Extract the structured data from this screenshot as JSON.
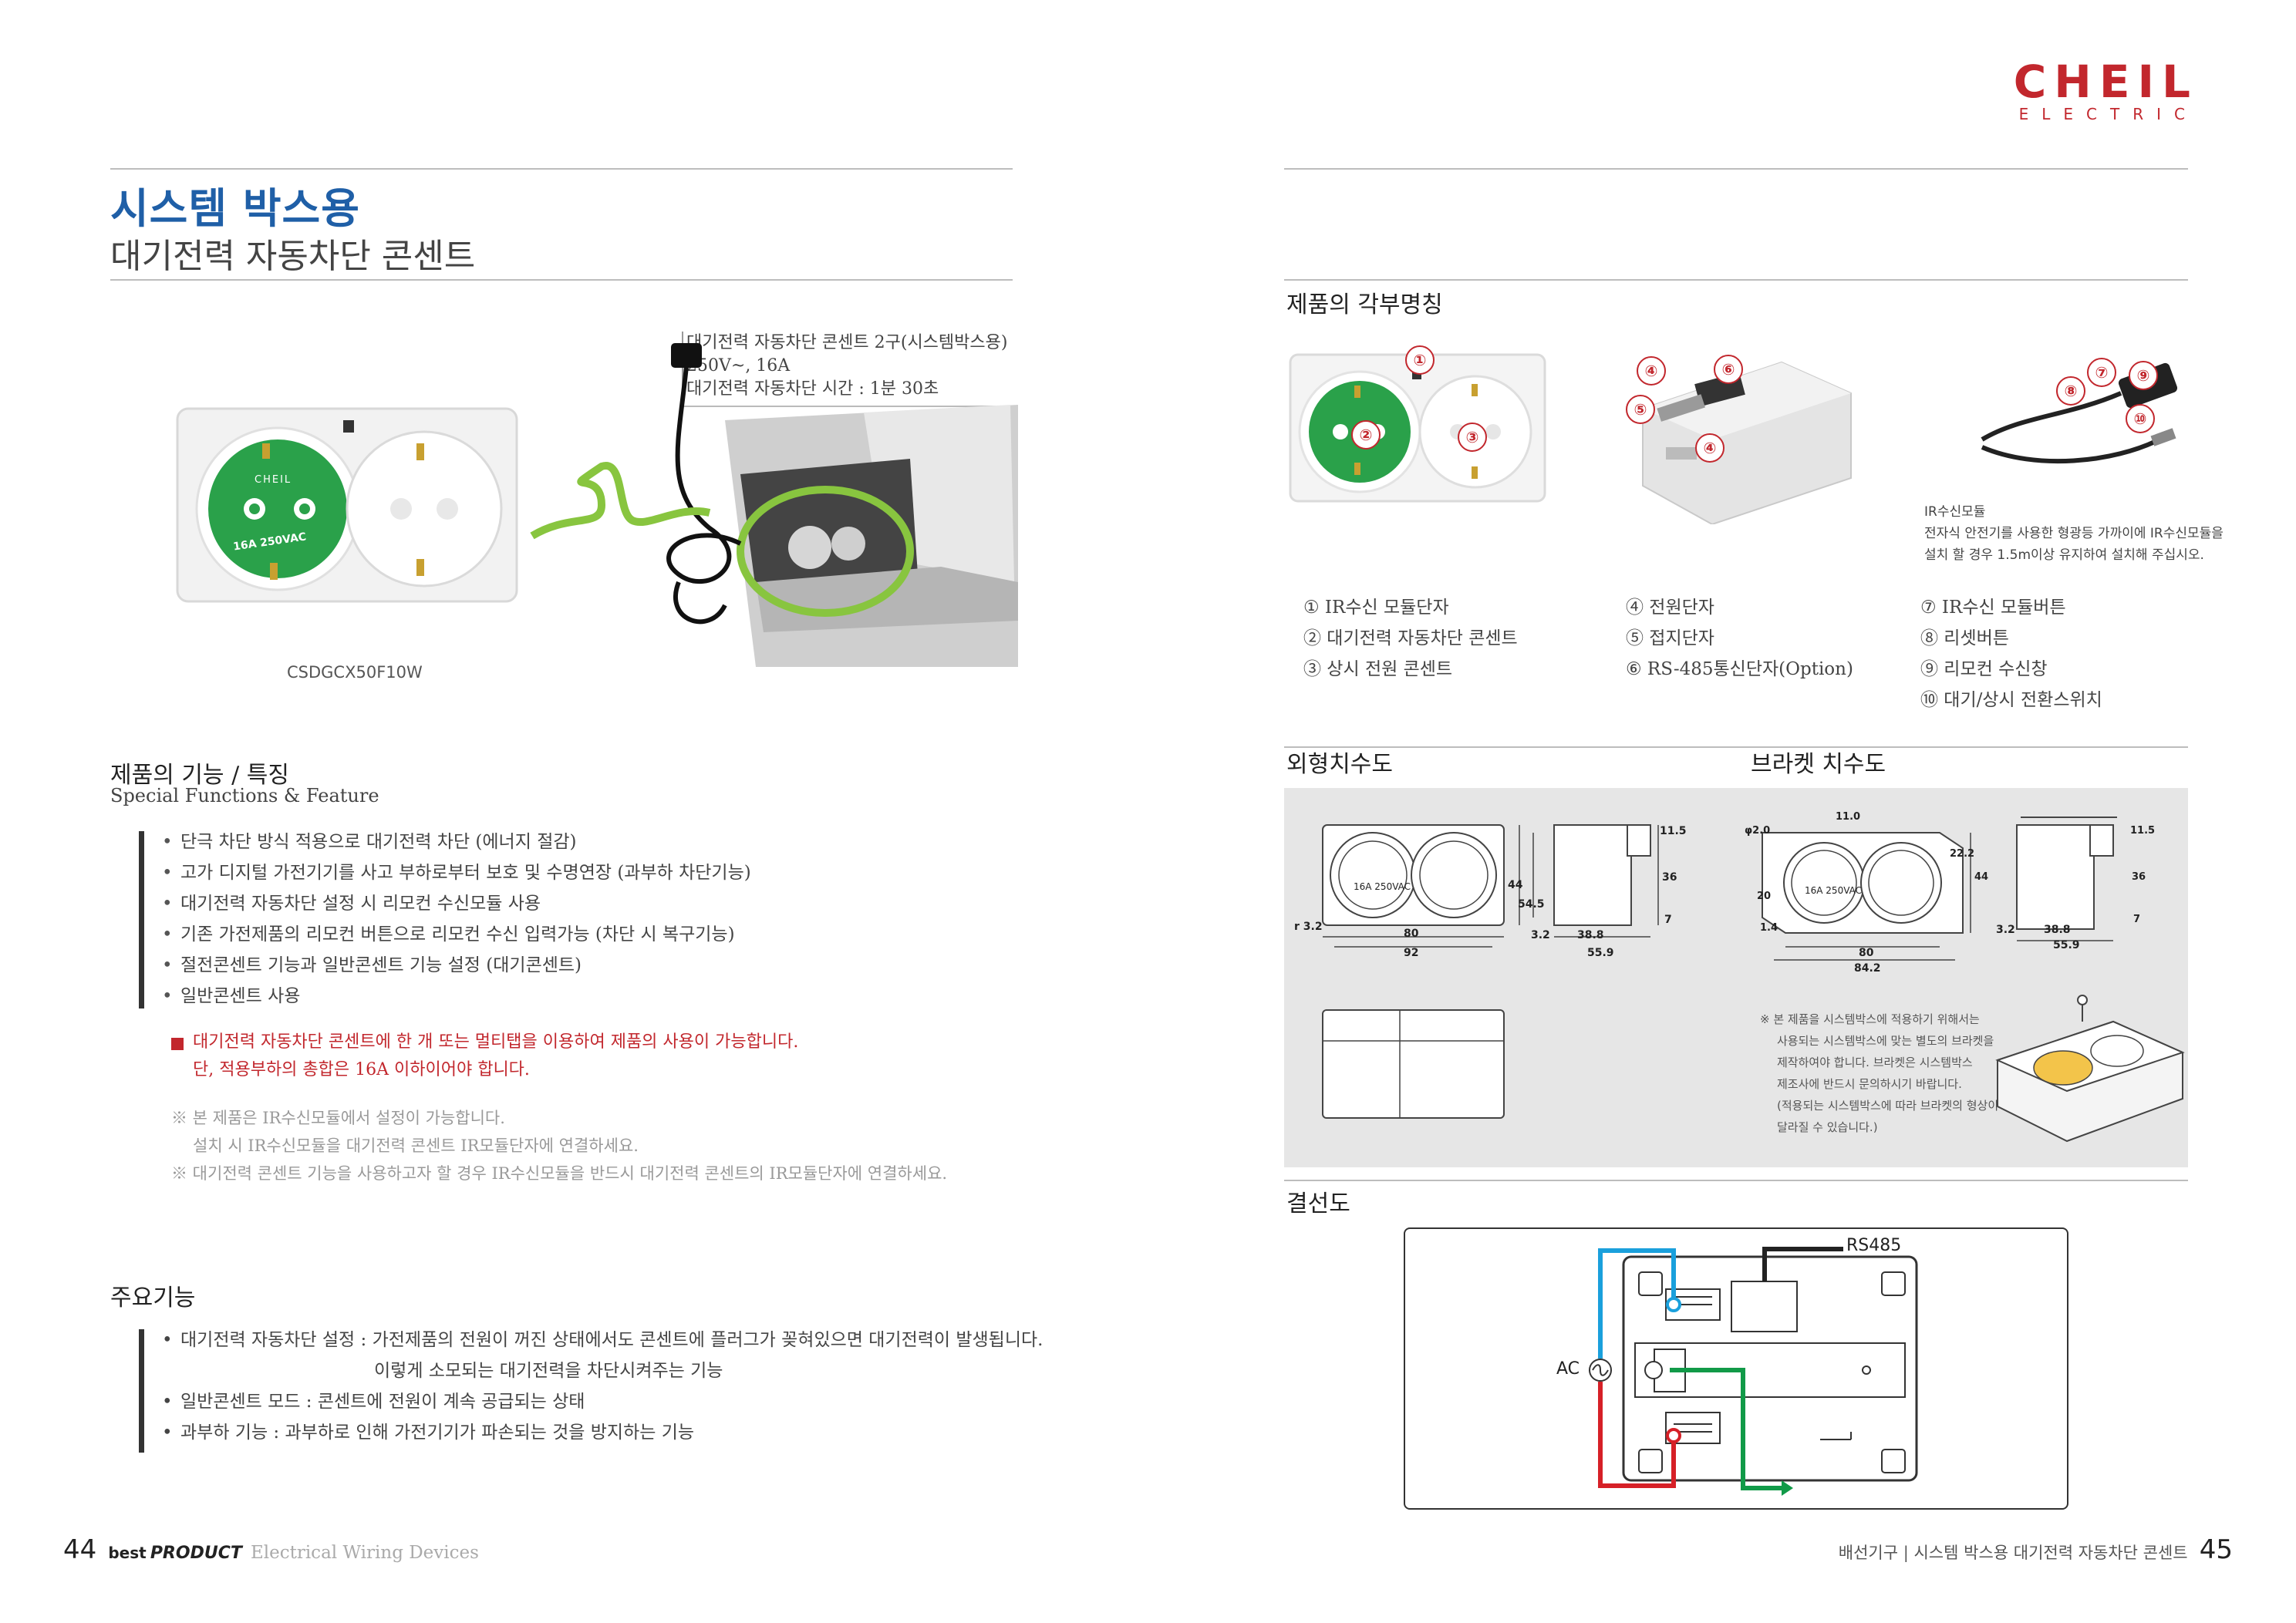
{
  "brand": {
    "name": "CHEIL",
    "sub": "ELECTRIC",
    "color": "#c2272d"
  },
  "left": {
    "title": "시스템 박스용",
    "subtitle": "대기전력 자동차단 콘센트",
    "spec": [
      "대기전력 자동차단 콘센트 2구(시스템박스용)",
      "250V~, 16A",
      "대기전력 자동차단 시간 : 1분 30초"
    ],
    "socket_label": "16A 250VAC",
    "socket_brand": "CHEIL",
    "model": "CSDGCX50F10W",
    "features": {
      "title": "제품의 기능 / 특징",
      "title_en": "Special Functions & Feature",
      "items": [
        "단극 차단 방식 적용으로 대기전력 차단 (에너지 절감)",
        "고가 디지털 가전기기를 사고 부하로부터 보호 및 수명연장 (과부하 차단기능)",
        "대기전력 자동차단 설정 시 리모컨 수신모듈 사용",
        "기존 가전제품의 리모컨 버튼으로 리모컨 수신 입력가능 (차단 시 복구기능)",
        "절전콘센트 기능과 일반콘센트 기능 설정 (대기콘센트)",
        "일반콘센트 사용"
      ],
      "warning": [
        "대기전력 자동차단 콘센트에 한 개 또는 멀티탭을 이용하여 제품의 사용이 가능합니다.",
        "단, 적용부하의 총합은 16A 이하이어야 합니다."
      ],
      "notes": [
        "※ 본 제품은 IR수신모듈에서 설정이 가능합니다.",
        "설치 시 IR수신모듈을 대기전력 콘센트 IR모듈단자에 연결하세요.",
        "※ 대기전력 콘센트 기능을 사용하고자 할 경우 IR수신모듈을 반드시 대기전력 콘센트의 IR모듈단자에 연결하세요."
      ]
    },
    "main": {
      "title": "주요기능",
      "items": [
        "대기전력 자동차단 설정 : 가전제품의 전원이 꺼진 상태에서도 콘센트에 플러그가 꽂혀있으면 대기전력이 발생됩니다.",
        "일반콘센트 모드 : 콘센트에 전원이 계속 공급되는 상태",
        "과부하 기능 : 과부하로 인해 가전기기가 파손되는 것을 방지하는 기능"
      ],
      "item1_cont": "이렇게 소모되는 대기전력을 차단시켜주는 기능"
    },
    "footer": {
      "page": "44",
      "best": "best",
      "product": "PRODUCT",
      "category": "Electrical Wiring Devices"
    }
  },
  "right": {
    "parts": {
      "title": "제품의 각부명칭",
      "ir_note": {
        "title": "IR수신모듈",
        "lines": [
          "전자식 안전기를 사용한 형광등 가까이에 IR수신모듈을",
          "설치 할 경우 1.5m이상 유지하여 설치해 주십시오."
        ]
      },
      "col1": [
        "① IR수신 모듈단자",
        "② 대기전력 자동차단 콘센트",
        "③ 상시 전원 콘센트"
      ],
      "col2": [
        "④ 전원단자",
        "⑤ 접지단자",
        "⑥ RS-485통신단자(Option)"
      ],
      "col3": [
        "⑦ IR수신 모듈버튼",
        "⑧ 리셋버튼",
        "⑨ 리모컨 수신창",
        "⑩ 대기/상시 전환스위치"
      ],
      "callouts": [
        "①",
        "②",
        "③",
        "④",
        "⑤",
        "⑥",
        "⑦",
        "⑧",
        "⑨",
        "⑩"
      ]
    },
    "dims": {
      "title_outer": "외형치수도",
      "title_bracket": "브라켓 치수도",
      "outer": {
        "w1": "80",
        "w2": "92",
        "h1": "44",
        "h2": "54.5",
        "side_h1": "11.5",
        "side_h2": "36",
        "side_h3": "7",
        "d1": "3.2",
        "d2": "38.8",
        "d3": "55.9",
        "r": "r 3.2",
        "socket": "16A 250VAC"
      },
      "bracket": {
        "w1": "80",
        "w2": "84.2",
        "h1": "22.2",
        "h2": "44",
        "side_h1": "11.5",
        "side_h2": "36",
        "side_h3": "7",
        "d1": "3.2",
        "d2": "38.8",
        "d3": "55.9",
        "a1": "φ2.0",
        "a2": "11.0",
        "h3": "20",
        "h4": "1.4",
        "socket": "16A 250VAC"
      },
      "bracket_note": [
        "※ 본 제품을 시스템박스에 적용하기 위해서는",
        "사용되는 시스템박스에 맞는 별도의 브라켓을",
        "제작하여야 합니다. 브라켓은 시스템박스",
        "제조사에 반드시 문의하시기 바랍니다.",
        "(적용되는 시스템박스에 따라 브라켓의 형상이",
        "달라질 수 있습니다.)"
      ]
    },
    "wiring": {
      "title": "결선도",
      "rs485": "RS485",
      "ac": "AC",
      "colors": {
        "blue": "#1aa0dc",
        "red": "#d62027",
        "green": "#119a48",
        "black": "#222222"
      }
    },
    "footer": {
      "text": "배선기구 | 시스템 박스용 대기전력 자동차단 콘센트",
      "page": "45"
    }
  }
}
